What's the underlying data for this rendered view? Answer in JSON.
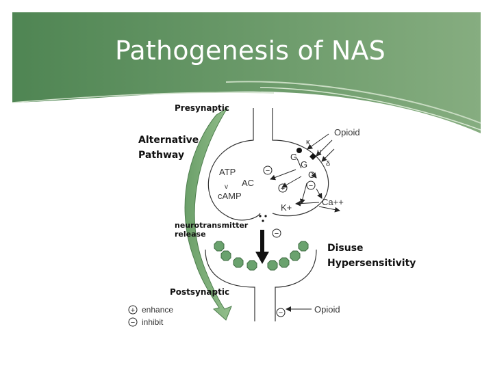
{
  "slide": {
    "title": "Pathogenesis of NAS",
    "colors": {
      "banner_dark": "#5a8a5e",
      "banner_light": "#a9c7a4",
      "receptor_green": "#6aa26e",
      "arrow_green": "#7fae7d"
    }
  },
  "diagram": {
    "presynaptic": "Presynaptic",
    "postsynaptic": "Postsynaptic",
    "alternative_pathway": [
      "Alternative",
      "Pathway"
    ],
    "opioid_top": "Opioid",
    "opioid_bottom": "Opioid",
    "receptors": {
      "kappa": "κ",
      "mu": "μ",
      "delta": "δ"
    },
    "g_protein": "G",
    "atp": "ATP",
    "ac": "AC",
    "camp": "cAMP",
    "k_plus": "K+",
    "ca_plus_plus": "Ca++",
    "neurotransmitter_release": [
      "neurotransmitter",
      "release"
    ],
    "disuse": [
      "Disuse",
      "Hypersensitivity"
    ],
    "legend": {
      "enhance": "enhance",
      "inhibit": "inhibit"
    },
    "plus_sign": "+",
    "minus_sign": "−"
  }
}
